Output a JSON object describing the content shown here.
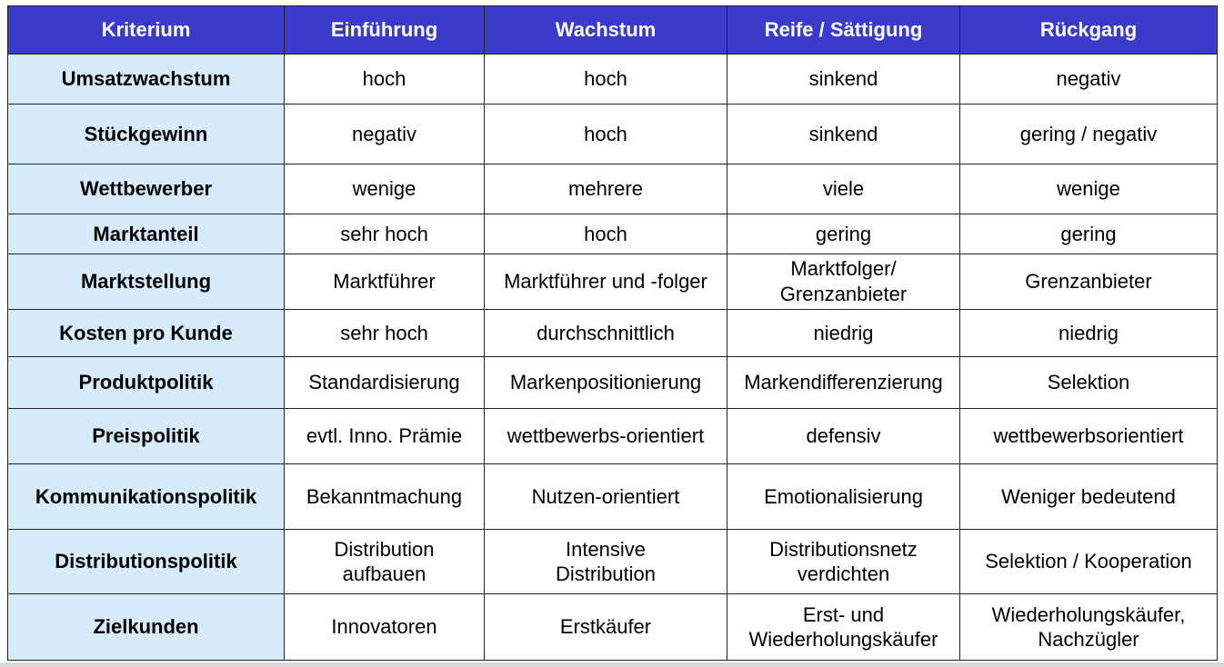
{
  "table": {
    "headers": [
      "Kriterium",
      "Einführung",
      "Wachstum",
      "Reife / Sättigung",
      "Rückgang"
    ],
    "rows": [
      {
        "label": "Umsatzwachstum",
        "cells": [
          "hoch",
          "hoch",
          "sinkend",
          "negativ"
        ]
      },
      {
        "label": "Stückgewinn",
        "cells": [
          "negativ",
          "hoch",
          "sinkend",
          "gering / negativ"
        ]
      },
      {
        "label": "Wettbewerber",
        "cells": [
          "wenige",
          "mehrere",
          "viele",
          "wenige"
        ]
      },
      {
        "label": "Marktanteil",
        "cells": [
          "sehr hoch",
          "hoch",
          "gering",
          "gering"
        ]
      },
      {
        "label": "Marktstellung",
        "cells": [
          "Marktführer",
          "Marktführer und -folger",
          "Marktfolger/\nGrenzanbieter",
          "Grenzanbieter"
        ]
      },
      {
        "label": "Kosten pro Kunde",
        "cells": [
          "sehr hoch",
          "durchschnittlich",
          "niedrig",
          "niedrig"
        ]
      },
      {
        "label": "Produktpolitik",
        "cells": [
          "Standardisierung",
          "Markenpositionierung",
          "Markendifferenzierung",
          "Selektion"
        ]
      },
      {
        "label": "Preispolitik",
        "cells": [
          "evtl. Inno. Prämie",
          "wettbewerbs-orientiert",
          "defensiv",
          "wettbewerbsorientiert"
        ]
      },
      {
        "label": "Kommunikationspolitik",
        "cells": [
          "Bekanntmachung",
          "Nutzen-orientiert",
          "Emotionalisierung",
          "Weniger bedeutend"
        ]
      },
      {
        "label": "Distributionspolitik",
        "cells": [
          "Distribution\naufbauen",
          "Intensive\nDistribution",
          "Distributionsnetz\n   verdichten",
          "Selektion / Kooperation"
        ]
      },
      {
        "label": "Zielkunden",
        "cells": [
          "Innovatoren",
          "Erstkäufer",
          "Erst- und\nWiederholungskäufer",
          "Wiederholungskäufer,\nNachzügler"
        ]
      }
    ]
  },
  "colors": {
    "header_bg": "#3a3acb",
    "header_text": "#ffffff",
    "label_bg": "#d6ecfc",
    "border": "#222222"
  }
}
